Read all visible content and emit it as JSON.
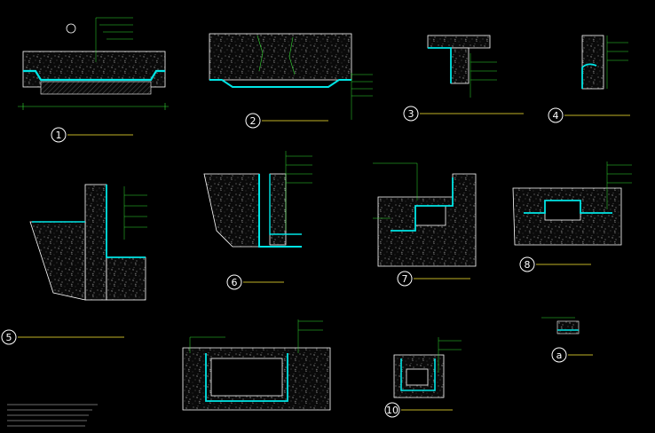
{
  "colors": {
    "background": "#000000",
    "outline": "#ffffff",
    "water_layer": "#00e5e5",
    "leader_green": "#33dd33",
    "callout_yellow": "#ffee33",
    "note_text": "#d8d8d8"
  },
  "details": [
    {
      "id": "1",
      "title": "",
      "label": "1"
    },
    {
      "id": "2",
      "title": "",
      "label": "2"
    },
    {
      "id": "3",
      "title": "",
      "label": "3"
    },
    {
      "id": "4",
      "title": "",
      "label": "4"
    },
    {
      "id": "5",
      "title": "",
      "label": "5"
    },
    {
      "id": "6",
      "title": "",
      "label": "6"
    },
    {
      "id": "7",
      "title": "",
      "label": "7"
    },
    {
      "id": "8",
      "title": "",
      "label": "8"
    },
    {
      "id": "10",
      "title": "",
      "label": "10"
    },
    {
      "id": "a",
      "title": "",
      "label": "a"
    }
  ],
  "general_notes": []
}
